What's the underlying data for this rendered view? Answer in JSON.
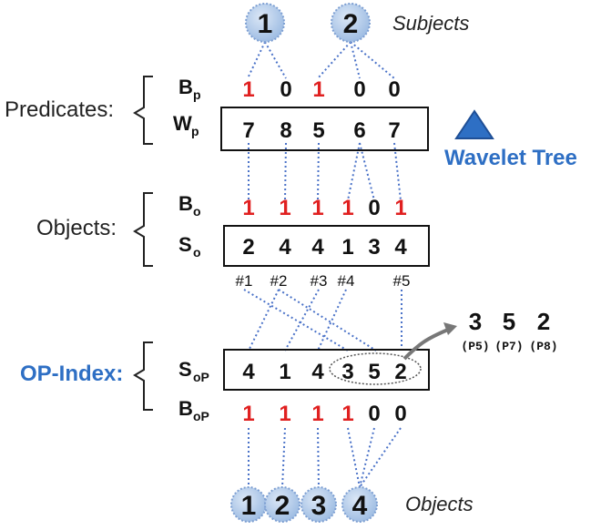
{
  "colors": {
    "one_bit": "#e02020",
    "zero_bit": "#111111",
    "accent_blue": "#2e6fc4",
    "dotted": "#4a72c8",
    "circle_fill": "#b6cdea"
  },
  "subjects": {
    "label": "Subjects",
    "items": [
      "1",
      "2"
    ]
  },
  "predicates": {
    "label": "Predicates:",
    "bp_sym": "B",
    "bp_sub": "p",
    "wp_sym": "W",
    "wp_sub": "p",
    "bp_bits": [
      "1",
      "0",
      "1",
      "0",
      "0"
    ],
    "wp_values": [
      "7",
      "8",
      "5",
      "6",
      "7"
    ]
  },
  "wavelet": {
    "label": "Wavelet Tree",
    "icon": "triangle-icon"
  },
  "objects_level": {
    "label": "Objects:",
    "bo_sym": "B",
    "bo_sub": "o",
    "so_sym": "S",
    "so_sub": "o",
    "bo_bits": [
      "1",
      "1",
      "1",
      "1",
      "0",
      "1"
    ],
    "so_values": [
      "2",
      "4",
      "4",
      "1",
      "3",
      "4"
    ],
    "positions": [
      "#1",
      "#2",
      "#3",
      "#4",
      "#5"
    ]
  },
  "op_index": {
    "label": "OP-Index:",
    "sop_sym": "S",
    "sop_sub": "oP",
    "bop_sym": "B",
    "bop_sub": "oP",
    "sop_values": [
      "4",
      "1",
      "4",
      "3",
      "5",
      "2"
    ],
    "bop_bits": [
      "1",
      "1",
      "1",
      "1",
      "0",
      "0"
    ]
  },
  "callout": {
    "values": [
      "3",
      "5",
      "2"
    ],
    "tags": [
      "(P5)",
      "(P7)",
      "(P8)"
    ]
  },
  "objects_bottom": {
    "label": "Objects",
    "items": [
      "1",
      "2",
      "3",
      "4"
    ]
  }
}
